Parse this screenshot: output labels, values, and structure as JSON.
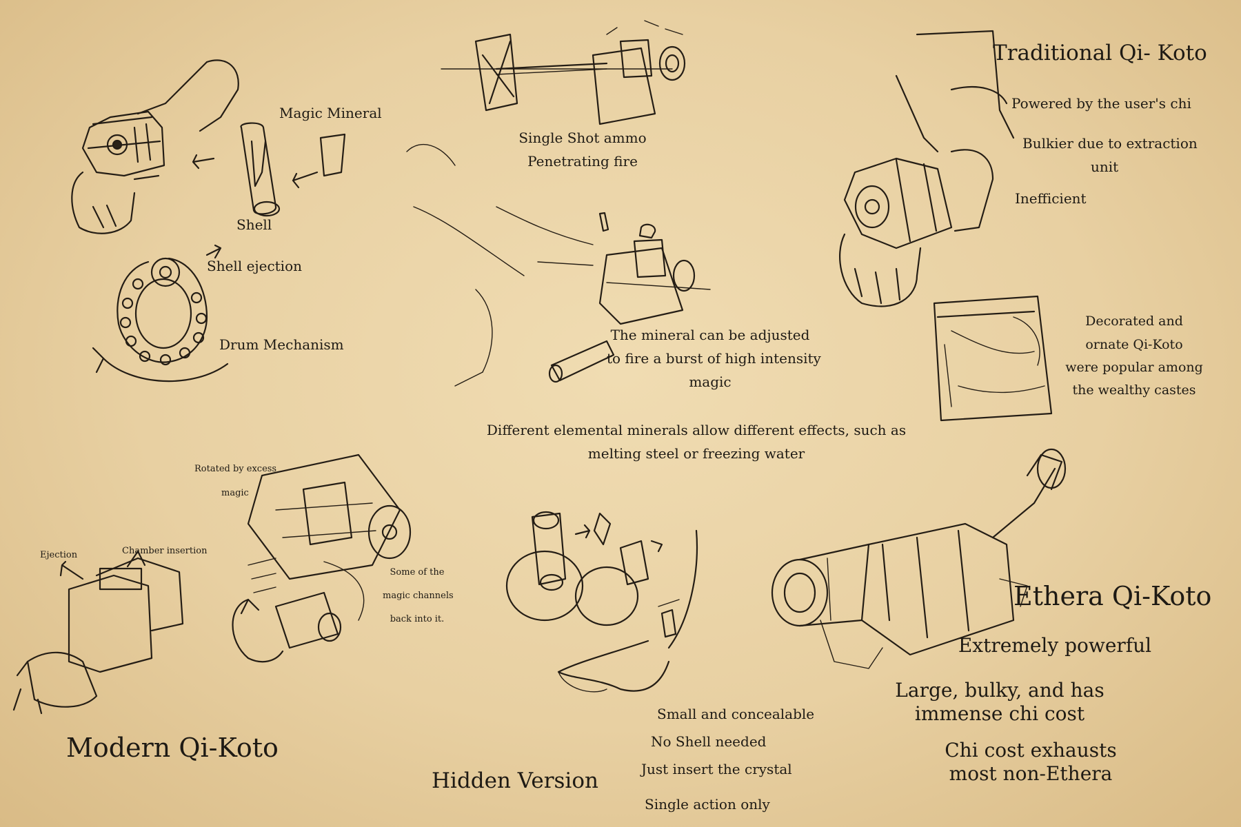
{
  "sections": {
    "traditional": {
      "title": "Traditional Qi- Koto",
      "notes": [
        "Powered by the user's chi",
        "Bulkier due to extraction",
        "unit",
        "Inefficient"
      ],
      "decorated": [
        "Decorated and",
        "ornate Qi-Koto",
        "were popular among",
        "the wealthy castes"
      ]
    },
    "top_left": {
      "magic_mineral": "Magic Mineral",
      "shell": "Shell",
      "shell_ejection": "Shell ejection",
      "drum_mechanism": "Drum Mechanism"
    },
    "center": {
      "single_shot": [
        "Single Shot ammo",
        "Penetrating fire"
      ],
      "adjust": [
        "The mineral can be adjusted",
        "to fire a burst of high intensity",
        "magic"
      ],
      "elemental": [
        "Different elemental minerals allow different effects, such as",
        "melting steel or freezing water"
      ]
    },
    "modern": {
      "title": "Modern Qi-Koto",
      "ejection": "Ejection",
      "chamber_insertion": "Chamber insertion",
      "rotated": [
        "Rotated by excess",
        "magic"
      ],
      "channels": [
        "Some of the",
        "magic channels",
        "back into it."
      ]
    },
    "hidden": {
      "title": "Hidden Version",
      "notes": [
        "Small and concealable",
        "No Shell needed",
        "Just insert the crystal",
        "Single action only"
      ]
    },
    "ethera": {
      "title": "Ethera Qi-Koto",
      "powerful": "Extremely powerful",
      "bulky": [
        "Large, bulky, and has",
        "immense chi cost"
      ],
      "exhausts": [
        "Chi cost exhausts",
        "most non-Ethera"
      ]
    }
  }
}
